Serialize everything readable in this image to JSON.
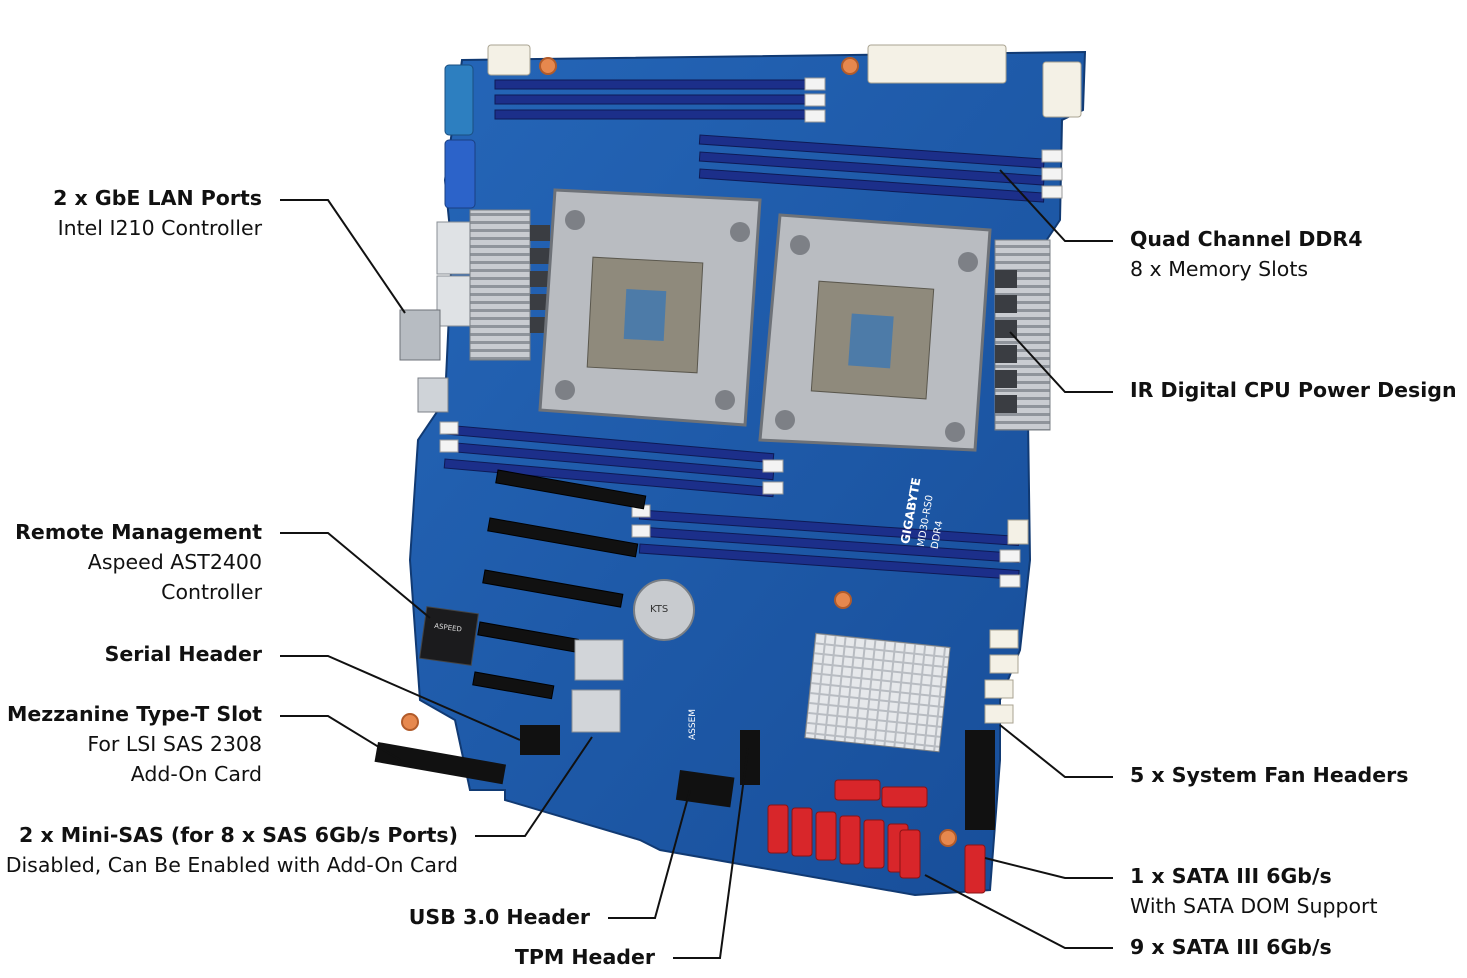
{
  "labels": {
    "lan": {
      "title": "2 x GbE LAN Ports",
      "sub": [
        "Intel I210 Controller"
      ]
    },
    "remote": {
      "title": "Remote Management",
      "sub": [
        "Aspeed AST2400",
        "Controller"
      ]
    },
    "serial": {
      "title": "Serial Header",
      "sub": []
    },
    "mezz": {
      "title": "Mezzanine Type-T Slot",
      "sub": [
        "For LSI SAS 2308",
        "Add-On Card"
      ]
    },
    "minisas": {
      "title": "2 x Mini-SAS (for 8 x SAS 6Gb/s Ports)",
      "sub": [
        "Disabled, Can Be Enabled with Add-On Card"
      ]
    },
    "usb3": {
      "title": "USB 3.0 Header",
      "sub": []
    },
    "tpm": {
      "title": "TPM Header",
      "sub": []
    },
    "ddr4": {
      "title": "Quad Channel DDR4",
      "sub": [
        "8 x Memory Slots"
      ]
    },
    "ir": {
      "title": "IR Digital CPU Power Design",
      "sub": []
    },
    "fan": {
      "title": "5 x System Fan Headers",
      "sub": []
    },
    "sata1": {
      "title": "1 x SATA III 6Gb/s",
      "sub": [
        "With SATA DOM Support"
      ]
    },
    "sata9": {
      "title": "9 x SATA III 6Gb/s",
      "sub": []
    }
  },
  "board_print": {
    "brand": "GIGABYTE",
    "model": "MD30-RS0",
    "ddr": "DDR4",
    "bmc_chip": "ASPEED",
    "pcb_mark": "ASSEM",
    "battery": "KTS"
  },
  "colors": {
    "pcb": "#1f5aa8",
    "pcb_dark": "#174a90",
    "dimm": "#1c2f8a",
    "sata": "#d8262a",
    "leader": "#111111"
  }
}
